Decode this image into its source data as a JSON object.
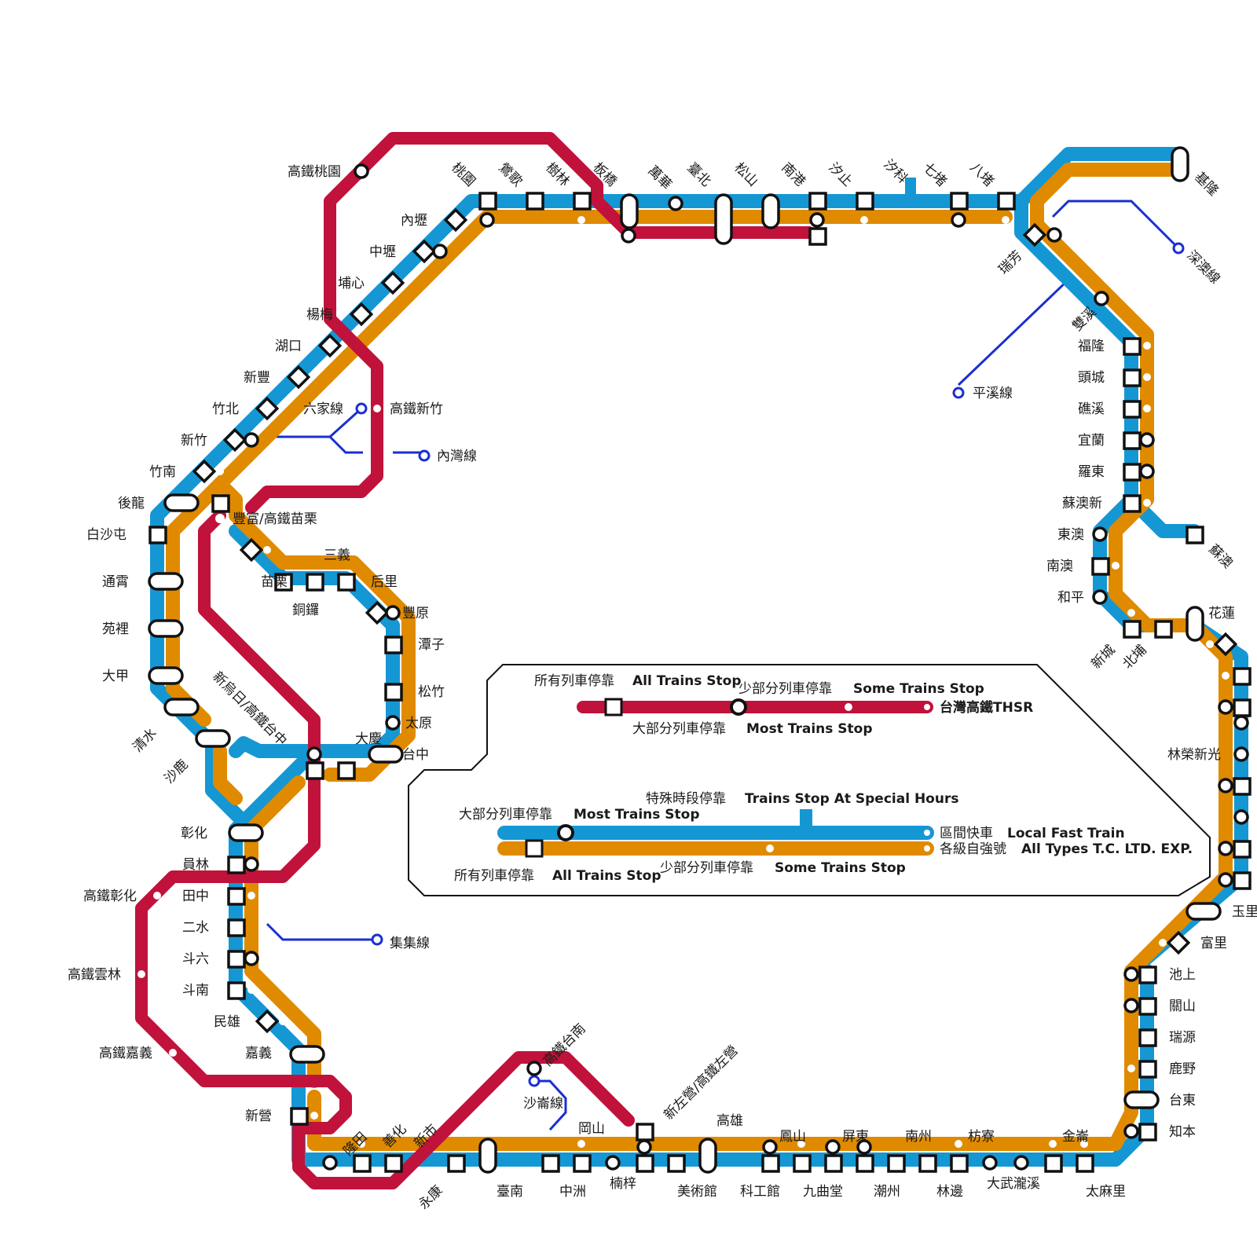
{
  "colors": {
    "thsr": "#c0123a",
    "local_fast": "#1597d4",
    "express": "#e08a00",
    "branch": "#1a2fd0",
    "stop_fill": "#ffffff",
    "stop_stroke": "#111111"
  },
  "branch_lines": {
    "shenao": "深澳線",
    "pingxi": "平溪線",
    "liujia": "六家線",
    "neiwan": "內灣線",
    "jiji": "集集線",
    "shazun": "沙崙線"
  },
  "thsr_stations": {
    "taoyuan": "高鐵桃園",
    "hsinchu": "高鐵新竹",
    "miaoli": "豐富/高鐵苗栗",
    "taichung": "新烏日/高鐵台中",
    "changhua": "高鐵彰化",
    "yunlin": "高鐵雲林",
    "chiayi": "高鐵嘉義",
    "tainan": "高鐵台南",
    "zuoying": "新左營/高鐵左營"
  },
  "stations": {
    "north": [
      "桃園",
      "鶯歌",
      "樹林",
      "板橋",
      "萬華",
      "臺北",
      "松山",
      "南港",
      "汐止",
      "汐科",
      "七堵",
      "八堵"
    ],
    "keelung": "基隆",
    "ruifang": "瑞芳",
    "east": [
      "雙溪",
      "福隆",
      "頭城",
      "礁溪",
      "宜蘭",
      "羅東",
      "蘇澳新",
      "東澳",
      "南澳",
      "和平",
      "新城",
      "北埔",
      "花蓮",
      "蘇澳"
    ],
    "east_south": [
      "林榮新光",
      "玉里",
      "富里",
      "池上",
      "關山",
      "瑞源",
      "鹿野",
      "台東",
      "知本"
    ],
    "south": [
      "太麻里",
      "金崙",
      "大武瀧溪",
      "枋寮",
      "林邊",
      "南州",
      "潮州",
      "屏東",
      "九曲堂",
      "鳳山",
      "科工館",
      "高雄",
      "美術館",
      "楠梓",
      "岡山",
      "中洲",
      "臺南",
      "永康",
      "新市",
      "善化",
      "隆田",
      "新營"
    ],
    "west_mountain": [
      "苗栗",
      "三義",
      "銅鑼",
      "后里",
      "豐原",
      "潭子",
      "松竹",
      "太原",
      "台中",
      "大慶"
    ],
    "west_coast": [
      "內壢",
      "中壢",
      "埔心",
      "楊梅",
      "湖口",
      "新豐",
      "竹北",
      "新竹",
      "竹南",
      "後龍",
      "白沙屯",
      "通霄",
      "苑裡",
      "大甲",
      "清水",
      "沙鹿"
    ],
    "central": [
      "彰化",
      "員林",
      "田中",
      "二水",
      "斗六",
      "斗南",
      "民雄",
      "嘉義"
    ]
  },
  "legend": {
    "thsr_all": "所有列車停靠",
    "thsr_all_en": "All Trains Stop",
    "thsr_some": "少部分列車停靠",
    "thsr_some_en": "Some Trains Stop",
    "thsr_most": "大部分列車停靠",
    "thsr_most_en": "Most Trains Stop",
    "thsr_name": "台灣高鐵THSR",
    "special": "特殊時段停靠",
    "special_en": "Trains Stop At Special Hours",
    "tra_most": "大部分列車停靠",
    "tra_most_en": "Most Trains Stop",
    "local_fast": "區間快車",
    "local_fast_en": "Local Fast Train",
    "express": "各級自強號",
    "express_en": "All Types T.C. LTD. EXP.",
    "tra_all": "所有列車停靠",
    "tra_all_en": "All Trains Stop",
    "tra_some": "少部分列車停靠",
    "tra_some_en": "Some Trains Stop"
  }
}
